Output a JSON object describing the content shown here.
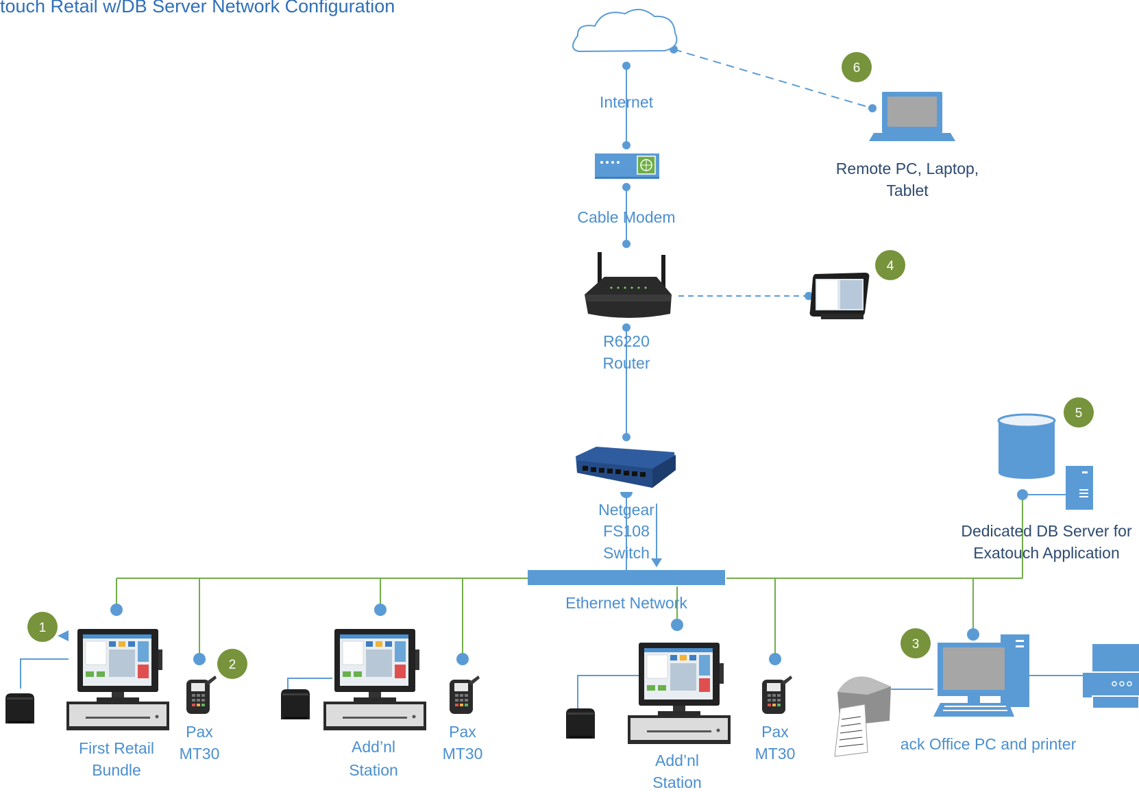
{
  "title": "touch Retail w/DB Server Network Configuration",
  "labels": {
    "internet": "Internet",
    "modem": "Cable Modem",
    "router_l1": "R6220",
    "router_l2": "Router",
    "switch_l1": "Netgear",
    "switch_l2": "FS108",
    "switch_l3": "Switch",
    "ethernet": "Ethernet Network",
    "remote_l1": "Remote PC, Laptop,",
    "remote_l2": "Tablet",
    "db_l1": "Dedicated DB Server for",
    "db_l2": "Exatouch Application",
    "bundle_l1": "First Retail",
    "bundle_l2": "Bundle",
    "pax_l1": "Pax",
    "pax_l2": "MT30",
    "station_l1": "Add’nl",
    "station_l2": "Station",
    "backoffice": "ack Office PC and printer"
  },
  "badges": [
    "1",
    "2",
    "3",
    "4",
    "5",
    "6"
  ],
  "icons": [
    "cloud-icon",
    "cable-modem-icon",
    "router-icon",
    "switch-icon",
    "laptop-icon",
    "tablet-icon",
    "database-icon",
    "server-tower-icon",
    "pos-terminal-icon",
    "receipt-printer-icon",
    "card-reader-icon",
    "desktop-pc-icon",
    "label-printer-icon",
    "printer-icon"
  ],
  "colors": {
    "line_blue": "#5b9bd5",
    "line_green": "#70ad47",
    "badge_green": "#77933c",
    "label_blue": "#4a8fcf"
  }
}
